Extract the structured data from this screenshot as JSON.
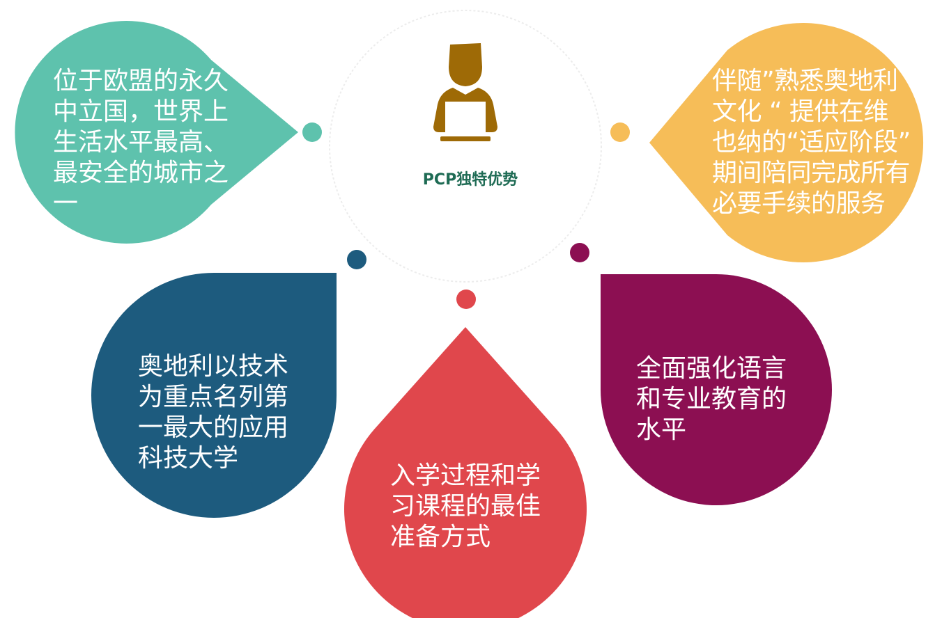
{
  "center": {
    "title": "PCP独特优势",
    "icon": "person-laptop-icon"
  },
  "colors": {
    "teal": "#5ec2ad",
    "yellow": "#f6bd58",
    "navy": "#1d5b7e",
    "red": "#e0474c",
    "purple": "#8c0f52",
    "icon": "#9e6a06",
    "title": "#1e6b54"
  },
  "items": [
    {
      "id": "teal",
      "text": "位于欧盟的永久\n中立国，世界上\n生活水平最高、\n最安全的城市之\n一"
    },
    {
      "id": "yellow",
      "text": "伴随”熟悉奥地利\n文化 “ 提供在维\n也纳的“适应阶段”\n期间陪同完成所有\n必要手续的服务"
    },
    {
      "id": "navy",
      "text": "奥地利以技术\n为重点名列第\n一最大的应用\n科技大学"
    },
    {
      "id": "red",
      "text": "入学过程和学\n习课程的最佳\n准备方式"
    },
    {
      "id": "purple",
      "text": "全面强化语言\n和专业教育的\n水平"
    }
  ]
}
